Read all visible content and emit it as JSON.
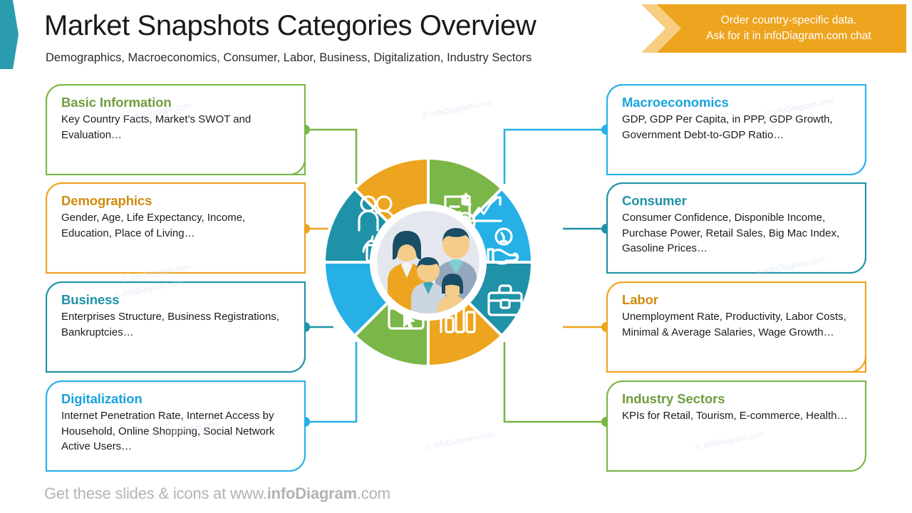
{
  "header": {
    "title": "Market Snapshots Categories Overview",
    "subtitle": "Demographics, Macroeconomics, Consumer, Labor, Business, Digitalization, Industry Sectors",
    "accent_color": "#2a9cad"
  },
  "ribbon": {
    "line1": "Order country-specific data.",
    "line2": "Ask for it in infoDiagram.com chat",
    "bg_color": "#eda41e",
    "tail_color": "#f5c877",
    "text_color": "#ffffff"
  },
  "left_cards": [
    {
      "title": "Basic Information",
      "body": "Key Country Facts, Market’s SWOT and Evaluation…",
      "color": "#7ab648"
    },
    {
      "title": "Demographics",
      "body": "Gender, Age, Life Expectancy, Income, Education, Place of Living…",
      "color": "#eda41e"
    },
    {
      "title": "Business",
      "body": "Enterprises Structure, Business Registrations, Bankruptcies…",
      "color": "#1f92a8"
    },
    {
      "title": "Digitalization",
      "body": "Internet Penetration Rate, Internet Access by Household, Online Shopping, Social Network Active Users…",
      "color": "#26b0e6"
    }
  ],
  "right_cards": [
    {
      "title": "Macroeconomics",
      "body": "GDP, GDP Per Capita, in PPP, GDP Growth, Government Debt-to-GDP Ratio…",
      "color": "#26b0e6"
    },
    {
      "title": "Consumer",
      "body": "Consumer Confidence, Disponible Income, Purchase Power, Retail Sales, Big Mac Index, Gasoline Prices…",
      "color": "#1f92a8"
    },
    {
      "title": "Labor",
      "body": "Unemployment Rate, Productivity, Labor Costs, Minimal & Average Salaries, Wage Growth…",
      "color": "#eda41e"
    },
    {
      "title": "Industry Sectors",
      "body": "KPIs for Retail, Tourism, E-commerce, Health…",
      "color": "#7ab648"
    }
  ],
  "wheel": {
    "center_label": "family-people-illustration",
    "segments": [
      {
        "name": "Basic Information",
        "icon": "document-info-icon",
        "color": "#7ab648"
      },
      {
        "name": "Macroeconomics",
        "icon": "dollar-growth-chart-icon",
        "color": "#26b0e6"
      },
      {
        "name": "Consumer",
        "icon": "hand-holding-coin-icon",
        "color": "#1f92a8"
      },
      {
        "name": "Labor",
        "icon": "briefcase-icon",
        "color": "#eda41e"
      },
      {
        "name": "Industry Sectors",
        "icon": "bar-chart-icon",
        "color": "#7ab648"
      },
      {
        "name": "Digitalization",
        "icon": "browser-cursor-icon",
        "color": "#26b0e6"
      },
      {
        "name": "Business",
        "icon": "money-exchange-icon",
        "color": "#1f92a8"
      },
      {
        "name": "Demographics",
        "icon": "people-group-icon",
        "color": "#eda41e"
      }
    ]
  },
  "watermark": {
    "text": "© infoDiagram.com"
  },
  "footer": {
    "prefix": "Get these slides & icons at www.",
    "brand": "infoDiagram",
    "suffix": ".com"
  }
}
